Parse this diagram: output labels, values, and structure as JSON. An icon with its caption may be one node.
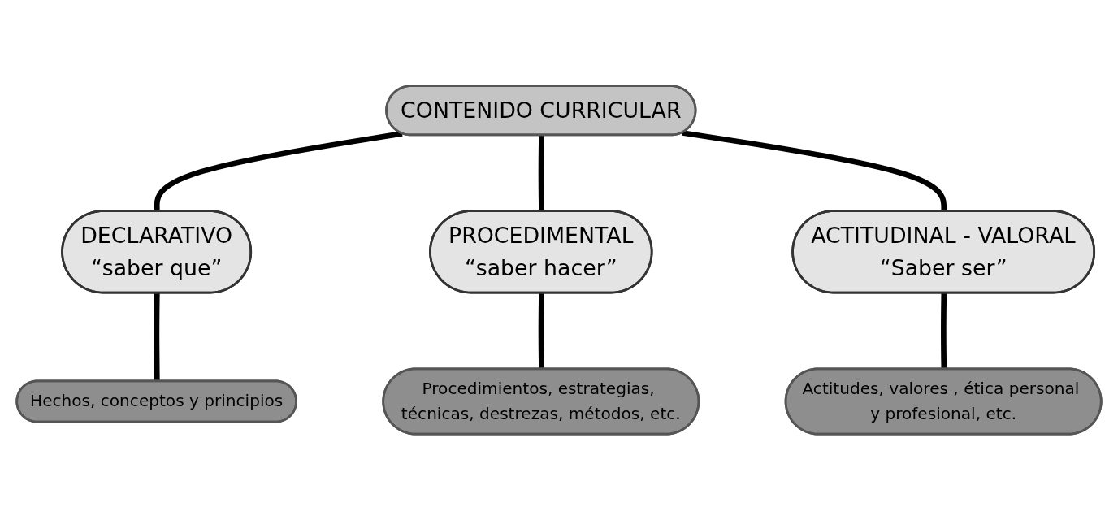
{
  "diagram": {
    "nodes": [
      {
        "text": [
          "CONTENIDO CURRICULAR"
        ]
      },
      {
        "text": [
          "DECLARATIVO",
          "“saber que”"
        ]
      },
      {
        "text": [
          "PROCEDIMENTAL",
          "“saber hacer”"
        ]
      },
      {
        "text": [
          "ACTITUDINAL - VALORAL",
          "“Saber ser”"
        ]
      },
      {
        "text": [
          "Hechos, conceptos y principios"
        ]
      },
      {
        "text": [
          "Procedimientos, estrategias, técnicas, destrezas, métodos, etc."
        ]
      },
      {
        "text": [
          "Actitudes, valores , ética personal y profesional, etc."
        ]
      }
    ],
    "edges": [
      {
        "from": 0,
        "to": 1,
        "arrow": "none"
      },
      {
        "from": 0,
        "to": 2,
        "arrow": "none"
      },
      {
        "from": 0,
        "to": 3,
        "arrow": "none"
      },
      {
        "from": 1,
        "to": 4,
        "arrow": "none"
      },
      {
        "from": 2,
        "to": 5,
        "arrow": "none"
      },
      {
        "from": 3,
        "to": 6,
        "arrow": "none"
      }
    ]
  }
}
